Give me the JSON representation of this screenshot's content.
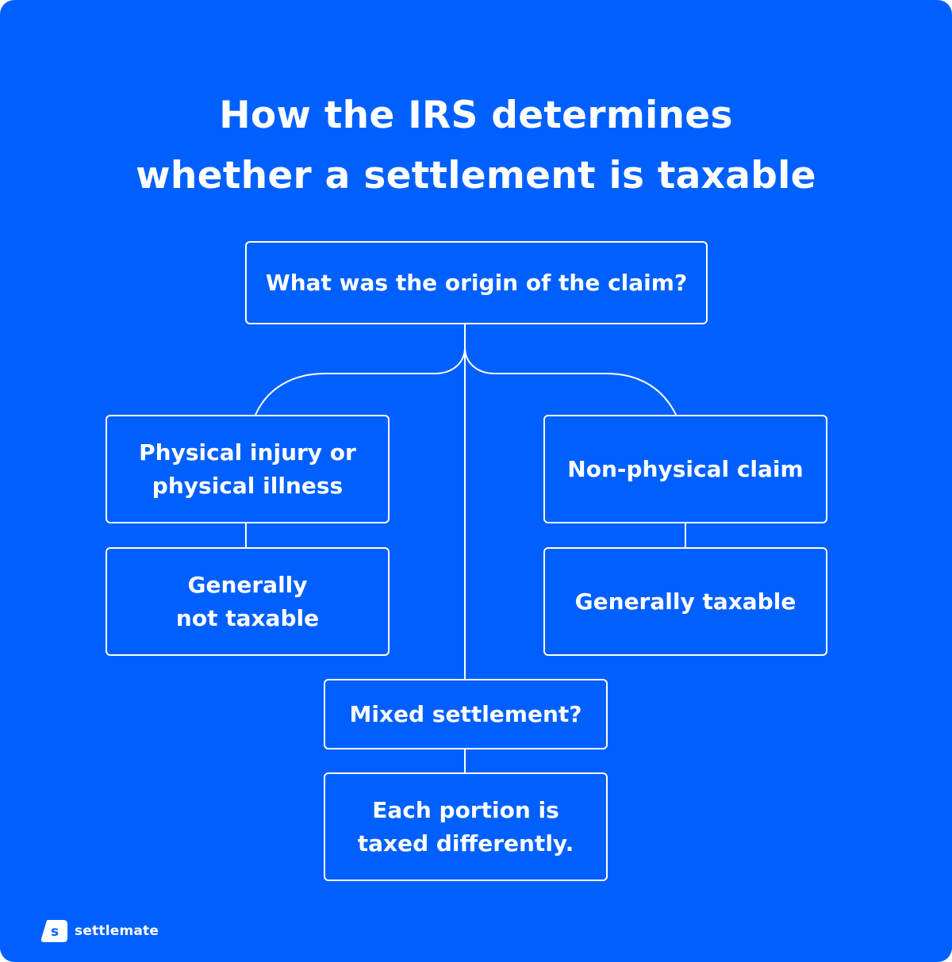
{
  "colors": {
    "background": "#0060FF",
    "foreground": "#FFFFFF"
  },
  "title": {
    "line1": "How the IRS determines",
    "line2": "whether a settlement is taxable"
  },
  "nodes": {
    "origin": "What was the origin of the claim?",
    "physical": "Physical injury or\nphysical illness",
    "not_taxable": "Generally\nnot taxable",
    "non_physical": "Non-physical claim",
    "taxable": "Generally taxable",
    "mixed": "Mixed settlement?",
    "portion": "Each portion is\ntaxed differently."
  },
  "brand": {
    "logo_letter": "s",
    "name": "settlemate"
  }
}
